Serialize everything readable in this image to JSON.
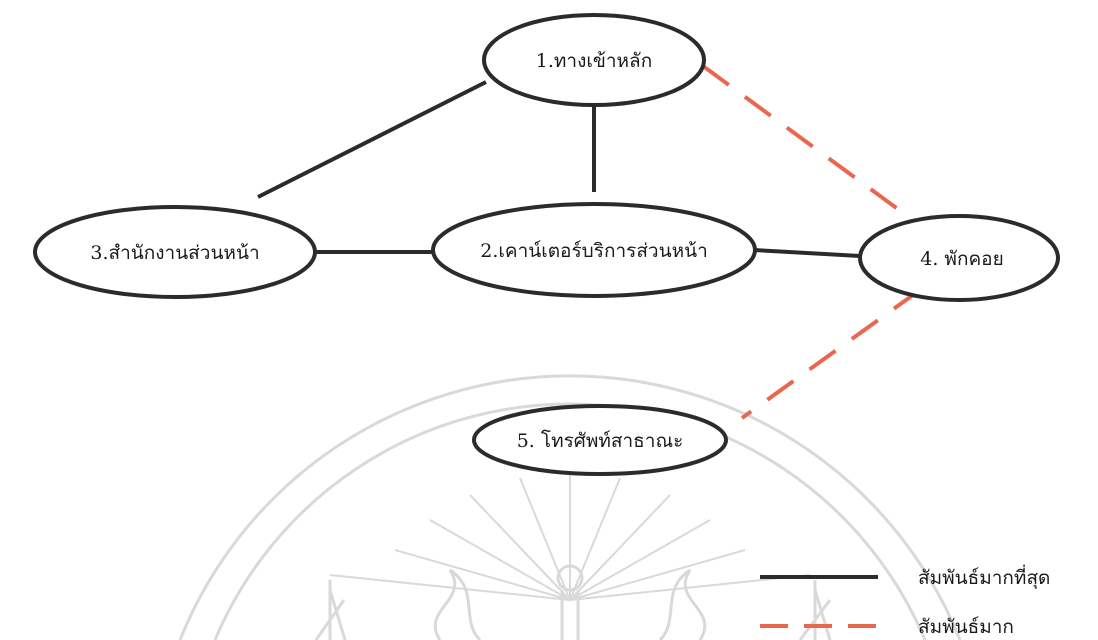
{
  "nodes": {
    "n1": "1.ทางเข้าหลัก",
    "n2": "2.เคาน์เตอร์บริการส่วนหน้า",
    "n3": "3.สำนักงานส่วนหน้า",
    "n4": "4. พักคอย",
    "n5": "5. โทรศัพท์สาธาณะ"
  },
  "edges": [
    {
      "from": "n1",
      "to": "n2",
      "relation": "strongest"
    },
    {
      "from": "n1",
      "to": "n3",
      "relation": "strongest"
    },
    {
      "from": "n3",
      "to": "n2",
      "relation": "strongest"
    },
    {
      "from": "n2",
      "to": "n4",
      "relation": "strongest"
    },
    {
      "from": "n1",
      "to": "n4",
      "relation": "strong"
    },
    {
      "from": "n4",
      "to": "n5",
      "relation": "strong"
    }
  ],
  "legend": {
    "strongest": "สัมพันธ์มากที่สุด",
    "strong": "สัมพันธ์มาก"
  },
  "colors": {
    "strongest": "#2b2b2b",
    "strong": "#e8674e",
    "watermark": "#d9d9d9"
  },
  "watermark_icon": "university-seal-watermark"
}
